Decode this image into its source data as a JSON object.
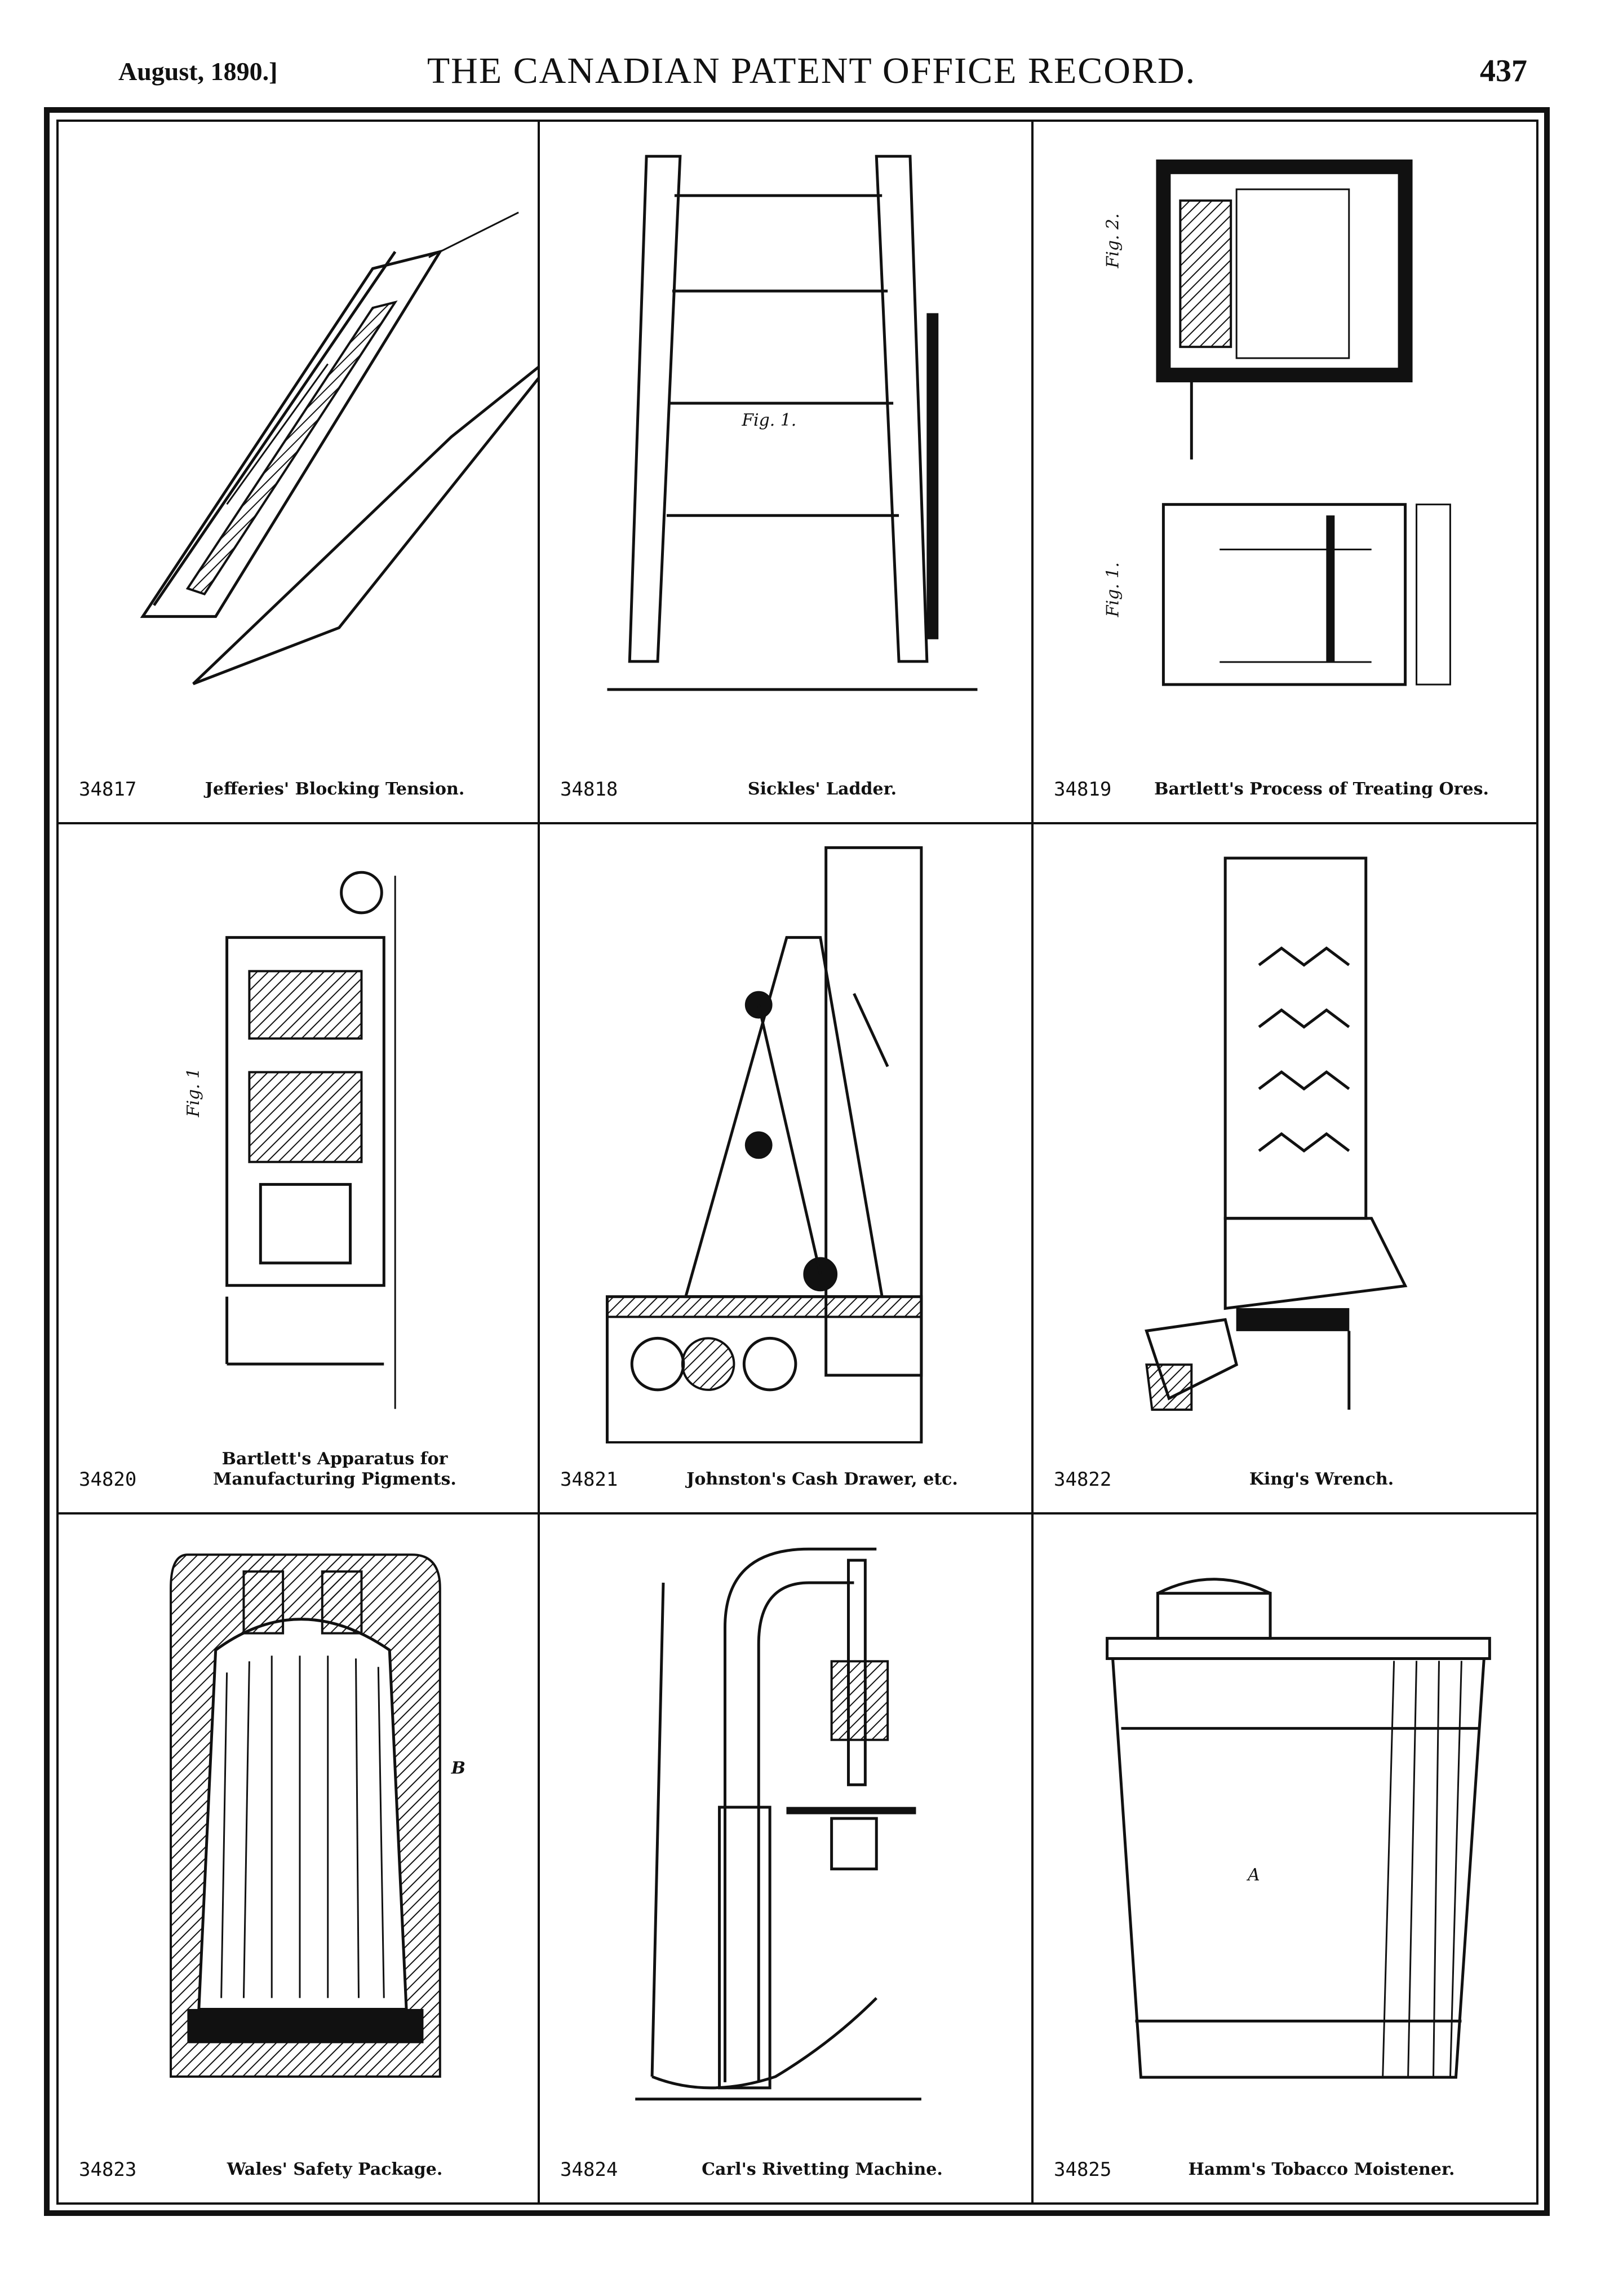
{
  "header": {
    "date": "August, 1890.]",
    "title": "THE CANADIAN PATENT OFFICE RECORD.",
    "page_number": "437"
  },
  "patents": [
    {
      "number": "34817",
      "caption": "Jefferies' Blocking Tension."
    },
    {
      "number": "34818",
      "caption": "Sickles' Ladder."
    },
    {
      "number": "34819",
      "caption": "Bartlett's Process of Treating Ores."
    },
    {
      "number": "34820",
      "caption": "Bartlett's Apparatus for Manufacturing Pigments."
    },
    {
      "number": "34821",
      "caption": "Johnston's Cash Drawer, etc."
    },
    {
      "number": "34822",
      "caption": "King's Wrench."
    },
    {
      "number": "34823",
      "caption": "Wales' Safety Package."
    },
    {
      "number": "34824",
      "caption": "Carl's Rivetting Machine."
    },
    {
      "number": "34825",
      "caption": "Hamm's Tobacco Moistener."
    }
  ],
  "figure_labels": {
    "ladder_fig": "Fig. 1.",
    "ores_fig2": "Fig. 2.",
    "ores_fig1": "Fig. 1.",
    "pigments_fig": "Fig. 1",
    "package_label": "B",
    "moistener_label": "A"
  }
}
